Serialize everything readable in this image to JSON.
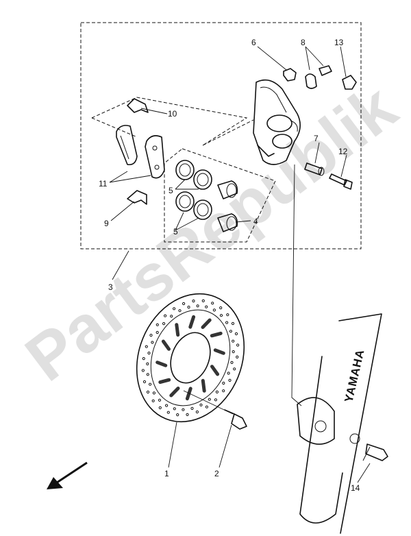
{
  "watermark": "PartsRepublik",
  "fork_brand": "YAMAHA",
  "callouts": {
    "c1": "1",
    "c2": "2",
    "c3": "3",
    "c4": "4",
    "c5a": "5",
    "c5b": "5",
    "c6": "6",
    "c7": "7",
    "c8": "8",
    "c9": "9",
    "c10": "10",
    "c11": "11",
    "c12": "12",
    "c13": "13",
    "c14": "14"
  }
}
